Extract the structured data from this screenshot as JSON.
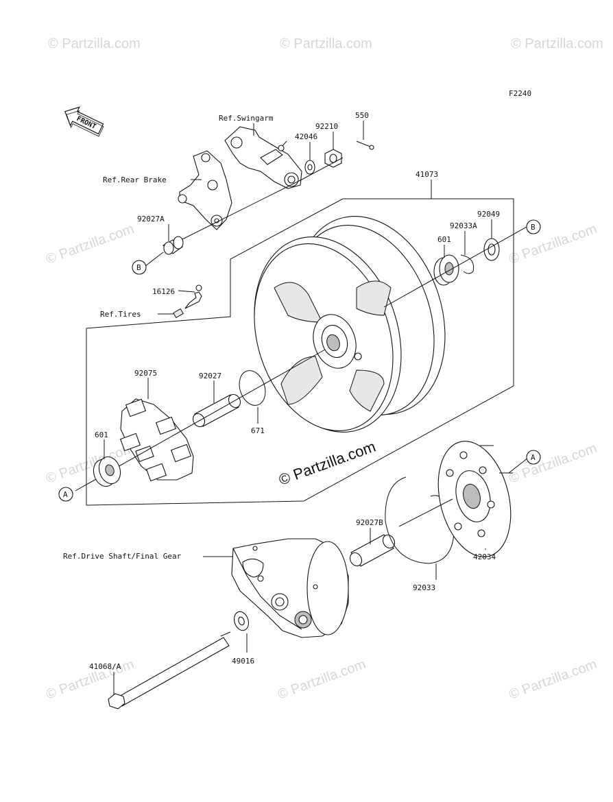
{
  "figure_code": "F2240",
  "front_label": "FRONT",
  "watermarks": {
    "small": "© Partzilla.com",
    "center": "© Partzilla.com"
  },
  "labels": {
    "ref_swingarm": "Ref.Swingarm",
    "ref_rear_brake": "Ref.Rear Brake",
    "ref_tires": "Ref.Tires",
    "ref_drive_shaft": "Ref.Drive Shaft/Final Gear",
    "p550": "550",
    "p92210": "92210",
    "p42046": "42046",
    "p41073": "41073",
    "p92027A": "92027A",
    "p92049": "92049",
    "p92033A": "92033A",
    "p601_top": "601",
    "p16126": "16126",
    "p92075": "92075",
    "p92027": "92027",
    "p671": "671",
    "p601_left": "601",
    "p92027B": "92027B",
    "p42034": "42034",
    "p92033": "92033",
    "p49016": "49016",
    "p41068A": "41068/A"
  },
  "callouts": {
    "b_left": "B",
    "b_right": "B",
    "a_left": "A",
    "a_right": "A"
  }
}
